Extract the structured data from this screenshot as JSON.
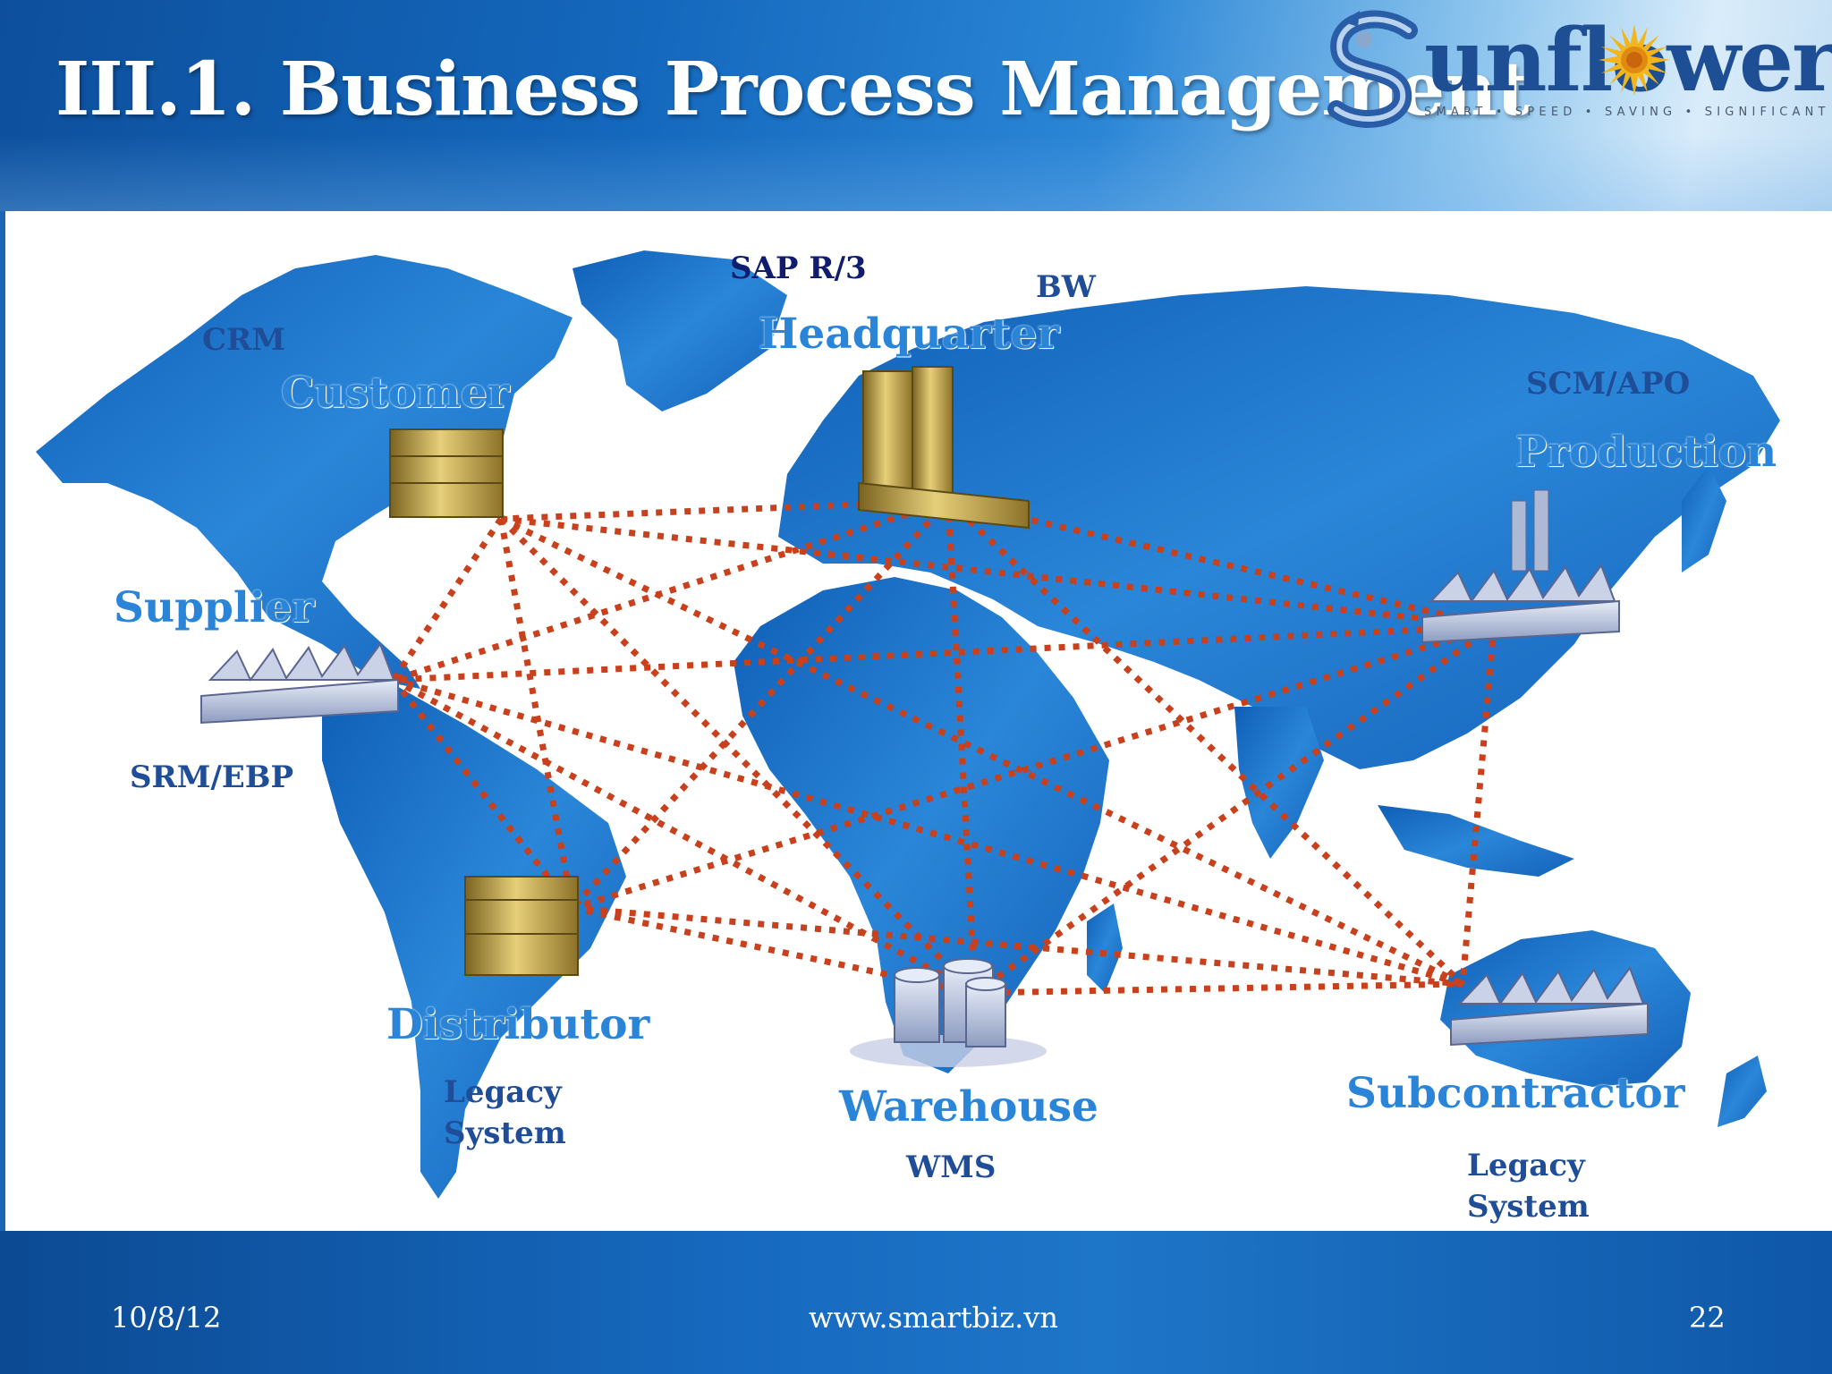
{
  "header": {
    "title": "III.1. Business Process Management"
  },
  "logo": {
    "wordmark": "unflower",
    "tagline": "SMART • SPEED • SAVING • SIGNIFICANT",
    "icon": "sunflower-dragon-logo-icon",
    "accent": "#f2b51c"
  },
  "diagram": {
    "nodes": [
      {
        "id": "headquarter",
        "label": "Headquarter",
        "system": "SAP R/3",
        "system2": "BW",
        "icon": "office-building-icon"
      },
      {
        "id": "customer",
        "label": "Customer",
        "system": "CRM",
        "icon": "server-stack-icon"
      },
      {
        "id": "production",
        "label": "Production",
        "system": "SCM/APO",
        "icon": "factory-icon"
      },
      {
        "id": "supplier",
        "label": "Supplier",
        "system": "SRM/EBP",
        "icon": "factory-icon"
      },
      {
        "id": "distributor",
        "label": "Distributor",
        "system": "Legacy System",
        "icon": "server-stack-icon"
      },
      {
        "id": "warehouse",
        "label": "Warehouse",
        "system": "WMS",
        "icon": "database-cylinders-icon"
      },
      {
        "id": "subcontractor",
        "label": "Subcontractor",
        "system": "Legacy System",
        "icon": "factory-icon"
      }
    ],
    "connection_color": "#c8401c",
    "map_color": "#1d6fc4"
  },
  "footer": {
    "date": "10/8/12",
    "url": "www.smartbiz.vn",
    "page": "22"
  }
}
